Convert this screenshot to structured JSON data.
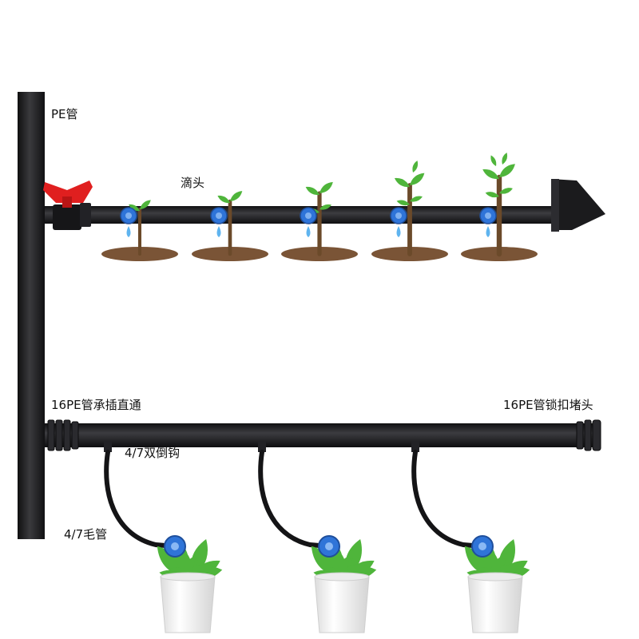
{
  "labels": {
    "pe_pipe": "PE管",
    "dripper": "滴头",
    "straight_connector": "16PE管承插直通",
    "end_plug": "16PE管锁扣堵头",
    "double_barb": "4/7双倒钩",
    "capillary_tube": "4/7毛管"
  },
  "colors": {
    "pipe": "#1c1c1e",
    "pipe_highlight": "#4a4a4e",
    "valve": "#e01f1f",
    "dripper": "#2f74d8",
    "water": "#5fb4ef",
    "soil": "#7a5436",
    "stem": "#6b4a2a",
    "leaf": "#4fb53b",
    "pot": "#f4f4f4"
  }
}
